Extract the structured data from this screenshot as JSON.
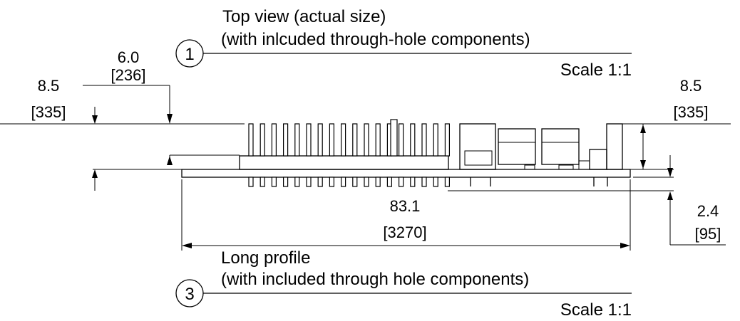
{
  "views": [
    {
      "number": "1",
      "title_line1": "Top view (actual size)",
      "title_line2": "(with inlcuded through-hole components)",
      "scale": "Scale 1:1"
    },
    {
      "number": "3",
      "title_line1": "Long profile",
      "title_line2": "(with included through hole components)",
      "scale": "Scale 1:1"
    }
  ],
  "dimensions": {
    "left_height": {
      "mm": "8.5",
      "mil": "[335]"
    },
    "pin_header_height": {
      "mm": "6.0",
      "mil": "[236]"
    },
    "right_height": {
      "mm": "8.5",
      "mil": "[335]"
    },
    "bottom_protrusion": {
      "mm": "2.4",
      "mil": "[95]"
    },
    "board_length": {
      "mm": "83.1",
      "mil": "[3270]"
    }
  },
  "colors": {
    "line": "#000000",
    "background": "#ffffff"
  }
}
